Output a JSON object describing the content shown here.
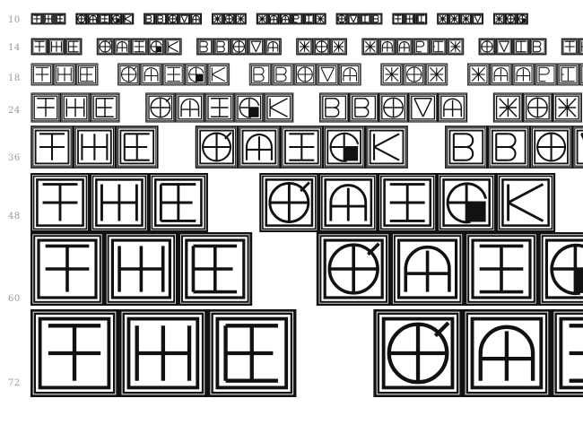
{
  "preview": {
    "sample_text": "THE QUICK BROWN FOX JUMPED OVER THE LAZY DOG",
    "rows": [
      {
        "size_label": "10"
      },
      {
        "size_label": "14"
      },
      {
        "size_label": "18"
      },
      {
        "size_label": "24"
      },
      {
        "size_label": "36"
      },
      {
        "size_label": "48"
      },
      {
        "size_label": "60"
      },
      {
        "size_label": "72"
      }
    ]
  },
  "colors": {
    "ink": "#111111",
    "label": "#999999",
    "background": "#ffffff"
  }
}
